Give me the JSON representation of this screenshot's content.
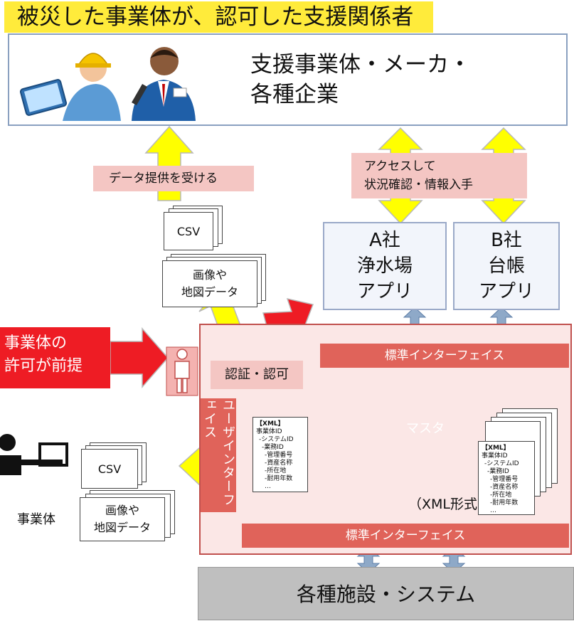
{
  "title": "被災した事業体が、認可した支援関係者",
  "support": {
    "line1": "支援事業体・メーカ・",
    "line2": "各種企業"
  },
  "data_receive": "データ提供を受ける",
  "access": {
    "line1": "アクセスして",
    "line2": "状況確認・情報入手"
  },
  "app_a": {
    "line1": "A社",
    "line2": "浄水場",
    "line3": "アプリ"
  },
  "app_b": {
    "line1": "B社",
    "line2": "台帳",
    "line3": "アプリ"
  },
  "std_if_top": "標準インターフェイス",
  "std_if_bottom": "標準インターフェイス",
  "permission": {
    "line1": "事業体の",
    "line2": "許可が前提"
  },
  "auth": "認証・認可",
  "user_if": "ユーザインターフェイス",
  "master": "マスタ",
  "xml_format": "（XML形式",
  "csv_top": "CSV",
  "img_top": {
    "line1": "画像や",
    "line2": "地図データ"
  },
  "csv_left": "CSV",
  "img_left": {
    "line1": "画像や",
    "line2": "地図データ"
  },
  "entity": "事業体",
  "facilities": "各種施設・システム",
  "xml_doc": [
    "【XML】",
    "事業体ID",
    "-システムID",
    "-業務ID",
    "-管理番号",
    "-資産名称",
    "-所在地",
    "-耐用年数",
    "…"
  ],
  "colors": {
    "banner": "#ffeb3b",
    "arrow_yellow": "#ffff00",
    "arrow_red": "#ee1c24",
    "bar_red": "#e0635a",
    "pink": "#f4c6c3"
  }
}
